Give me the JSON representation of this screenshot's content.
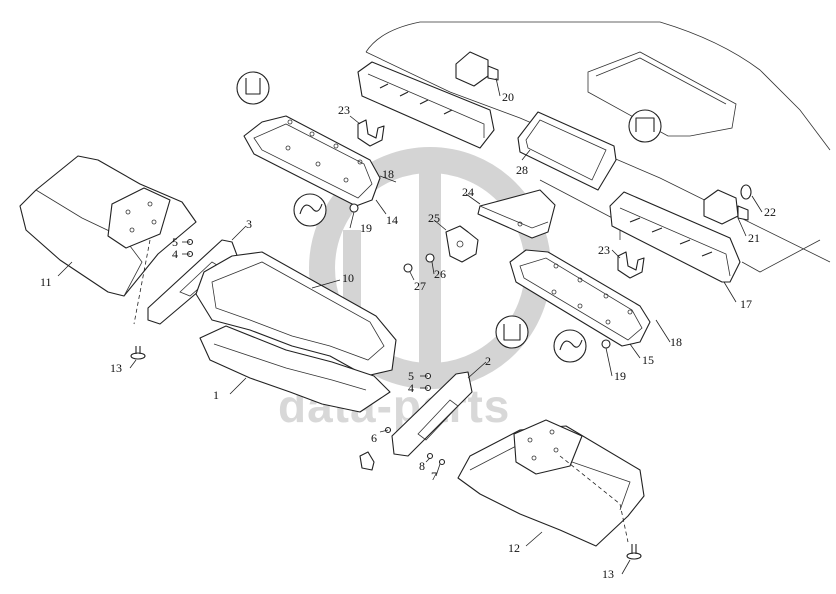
{
  "watermark": {
    "text": "data-parts"
  },
  "callouts": [
    {
      "id": "c1",
      "label": "1"
    },
    {
      "id": "c2",
      "label": "2"
    },
    {
      "id": "c3",
      "label": "3"
    },
    {
      "id": "c4a",
      "label": "4"
    },
    {
      "id": "c4b",
      "label": "4"
    },
    {
      "id": "c5a",
      "label": "5"
    },
    {
      "id": "c5b",
      "label": "5"
    },
    {
      "id": "c6",
      "label": "6"
    },
    {
      "id": "c7",
      "label": "7"
    },
    {
      "id": "c8",
      "label": "8"
    },
    {
      "id": "c10",
      "label": "10"
    },
    {
      "id": "c11",
      "label": "11"
    },
    {
      "id": "c12",
      "label": "12"
    },
    {
      "id": "c13a",
      "label": "13"
    },
    {
      "id": "c13b",
      "label": "13"
    },
    {
      "id": "c14",
      "label": "14"
    },
    {
      "id": "c15",
      "label": "15"
    },
    {
      "id": "c17",
      "label": "17"
    },
    {
      "id": "c18a",
      "label": "18"
    },
    {
      "id": "c18b",
      "label": "18"
    },
    {
      "id": "c19a",
      "label": "19"
    },
    {
      "id": "c19b",
      "label": "19"
    },
    {
      "id": "c20",
      "label": "20"
    },
    {
      "id": "c21",
      "label": "21"
    },
    {
      "id": "c22",
      "label": "22"
    },
    {
      "id": "c23a",
      "label": "23"
    },
    {
      "id": "c23b",
      "label": "23"
    },
    {
      "id": "c24",
      "label": "24"
    },
    {
      "id": "c25",
      "label": "25"
    },
    {
      "id": "c26",
      "label": "26"
    },
    {
      "id": "c27",
      "label": "27"
    },
    {
      "id": "c28",
      "label": "28"
    }
  ]
}
